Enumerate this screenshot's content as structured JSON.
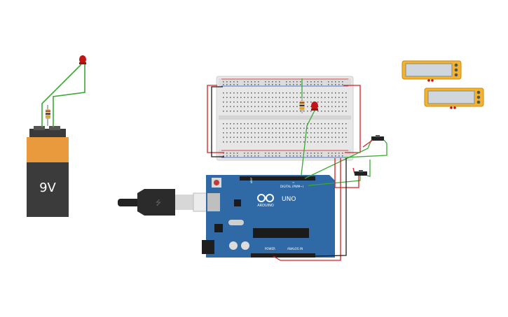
{
  "battery": {
    "label": "9V"
  },
  "arduino": {
    "logo_text": "ARDUINO",
    "model_text": "UNO",
    "digital_label": "DIGITAL (PWM~)",
    "power_label": "POWER",
    "analog_label": "ANALOG IN"
  },
  "colors": {
    "wire_green": "#3aa935",
    "wire_red": "#d62020",
    "wire_black": "#1a1a1a",
    "board_blue": "#2f6aa6",
    "battery_orange": "#e89a3c",
    "meter_yellow": "#f3b32d",
    "led_red": "#c01616"
  }
}
